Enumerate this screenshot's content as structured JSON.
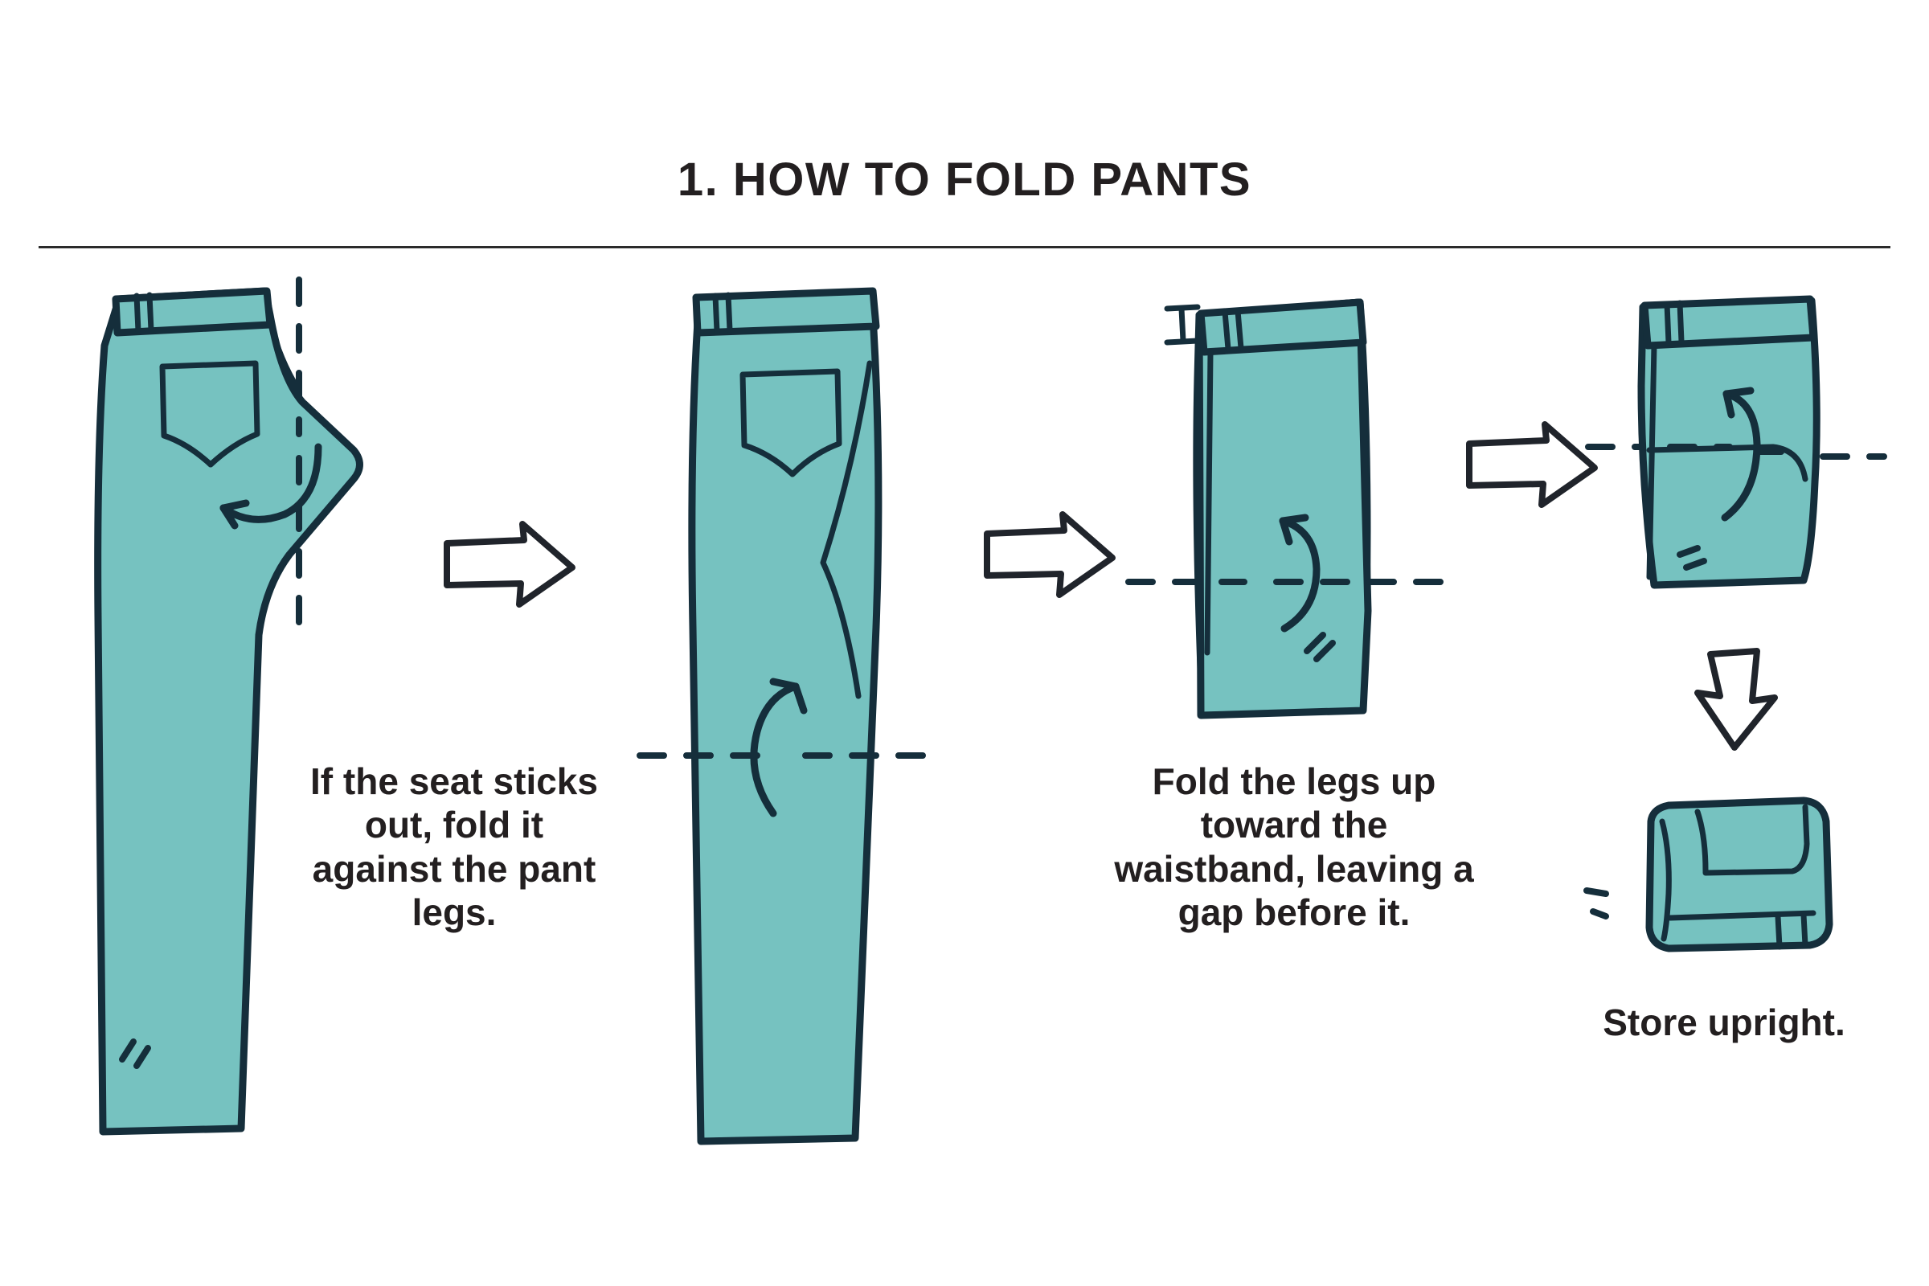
{
  "header": {
    "title": "1. HOW TO FOLD PANTS"
  },
  "colors": {
    "fabric": "#76c2c0",
    "fabric_shadow": "#6bb8b6",
    "ink": "#152e3b",
    "text": "#231f20",
    "background": "#ffffff",
    "rule": "#2b2b2b"
  },
  "steps": [
    {
      "id": "step-1",
      "figure": "pants-side-view-with-seat",
      "caption": "",
      "marks": [
        "vertical-dashed-fold-line",
        "curved-left-arrow",
        "hem-ticks"
      ]
    },
    {
      "id": "step-2",
      "figure": "pants-seat-folded",
      "caption": "If the\nseat sticks\nout, fold\nit against\nthe pant\nlegs.",
      "caption_lines": [
        "If the",
        "seat sticks",
        "out, fold",
        "it against",
        "the pant",
        "legs."
      ],
      "marks": [
        "horizontal-dashed-fold-line",
        "curved-up-arrow"
      ]
    },
    {
      "id": "step-3",
      "figure": "pants-legs-folded-column",
      "caption": "Fold the\nlegs up\ntoward the\nwaistband,\nleaving a gap\nbefore it.",
      "caption_lines": [
        "Fold the",
        "legs up",
        "toward the",
        "waistband,",
        "leaving a gap",
        "before it."
      ],
      "marks": [
        "gap-i-beam-marker",
        "horizontal-dashed-fold-line",
        "curved-up-arrow",
        "hem-ticks"
      ]
    },
    {
      "id": "step-4",
      "figure": "pants-folded-block",
      "caption": "",
      "marks": [
        "horizontal-dashed-fold-line",
        "curved-up-arrow",
        "hem-ticks"
      ]
    },
    {
      "id": "step-5",
      "figure": "pants-folded-bundle",
      "caption": "Store\nupright.",
      "caption_lines": [
        "Store",
        "upright."
      ],
      "marks": [
        "tick-marks"
      ]
    }
  ],
  "captions": {
    "step2": "If the seat sticks out, fold it against the pant legs.",
    "step3": "Fold the legs up toward the waistband, leaving a gap before it.",
    "step5": "Store upright."
  },
  "arrows": [
    {
      "name": "arrow-step1-to-step2",
      "direction": "right"
    },
    {
      "name": "arrow-step2-to-step3",
      "direction": "right"
    },
    {
      "name": "arrow-step3-to-step4",
      "direction": "right"
    },
    {
      "name": "arrow-step4-to-step5",
      "direction": "down"
    }
  ]
}
